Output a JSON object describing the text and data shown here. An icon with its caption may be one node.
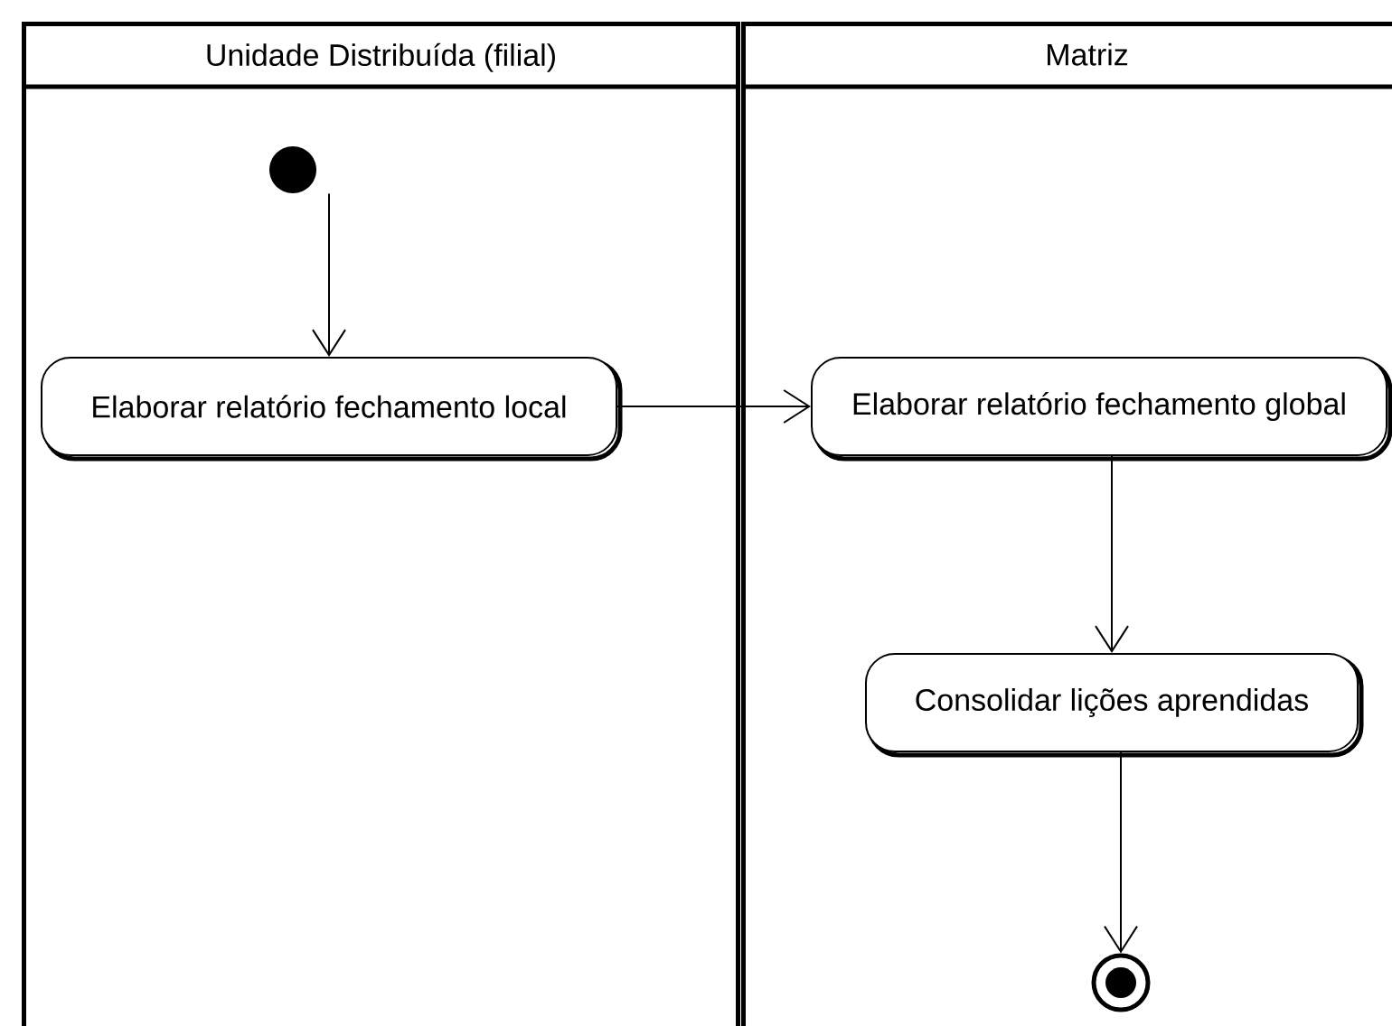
{
  "diagram": {
    "nodes": [
      {
        "text": [
          "Unidade Distribuída (filial)"
        ]
      },
      {
        "text": [
          "Matriz"
        ]
      },
      {
        "text": [],
        "shape": "circle",
        "in": 0
      },
      {
        "text": [
          "Elaborar relatório fechamento local"
        ],
        "in": 0
      },
      {
        "text": [
          "Elaborar relatório fechamento global"
        ],
        "in": 1
      },
      {
        "text": [
          "Consolidar lições aprendidas"
        ],
        "in": 1
      },
      {
        "text": [],
        "shape": "bullseye",
        "in": 1
      }
    ],
    "edges": [
      {
        "from": 2,
        "to": 3,
        "arrow": "to"
      },
      {
        "from": 3,
        "to": 4,
        "arrow": "to"
      },
      {
        "from": 4,
        "to": 5,
        "arrow": "to"
      },
      {
        "from": 5,
        "to": 6,
        "arrow": "to"
      }
    ]
  }
}
